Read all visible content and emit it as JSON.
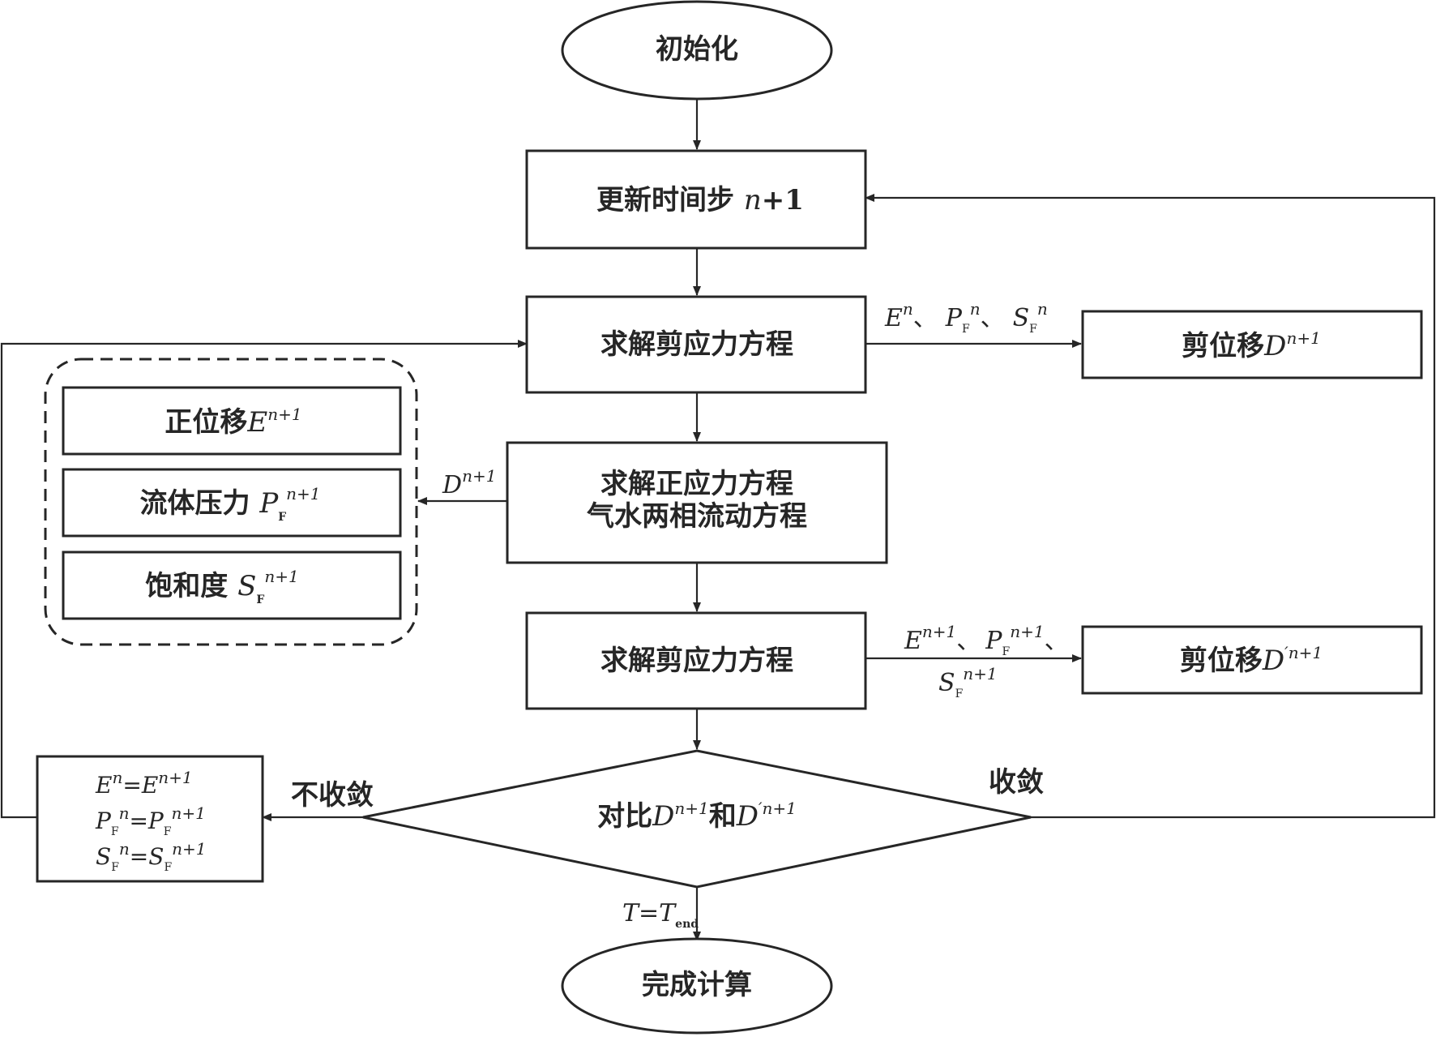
{
  "nodes": {
    "start": "初始化",
    "update_step": {
      "text": "更新时间步 ",
      "var": "n",
      "rest": "+1"
    },
    "shear1": "求解剪应力方程",
    "shear_out1": {
      "text": "剪位移",
      "var": "D",
      "sup": "n+1"
    },
    "normal": {
      "line1": "求解正应力方程",
      "line2": "气水两相流动方程"
    },
    "group": {
      "disp": {
        "text": "正位移",
        "var": "E",
        "sup": "n+1"
      },
      "pressure": {
        "text": "流体压力 ",
        "var": "P",
        "sub": "F",
        "sup": "n+1"
      },
      "saturation": {
        "text": "饱和度 ",
        "var": "S",
        "sub": "F",
        "sup": "n+1"
      }
    },
    "shear2": "求解剪应力方程",
    "shear_out2": {
      "text": "剪位移",
      "var": "D",
      "prime": "′",
      "sup": "n+1"
    },
    "compare": {
      "text1": "对比",
      "var1": "D",
      "sup1": "n+1",
      "text2": "和",
      "var2": "D",
      "prime": "′",
      "sup2": "n+1"
    },
    "update_box": {
      "l1": {
        "a": "E",
        "asup": "n",
        "eq": "=",
        "b": "E",
        "bsup": "n+1"
      },
      "l2": {
        "a": "P",
        "asub": "F",
        "asup": "n",
        "eq": "=",
        "b": "P",
        "bsub": "F",
        "bsup": "n+1"
      },
      "l3": {
        "a": "S",
        "asub": "F",
        "asup": "n",
        "eq": "=",
        "b": "S",
        "bsub": "F",
        "bsup": "n+1"
      }
    },
    "end": "完成计算"
  },
  "edges": {
    "shear1_out": {
      "e": "E",
      "esup": "n",
      "sep": "、",
      "p": "P",
      "psub": "F",
      "psup": "n",
      "s": "S",
      "ssub": "F",
      "ssup": "n"
    },
    "normal_out": {
      "var": "D",
      "sup": "n+1"
    },
    "shear2_out": {
      "e": "E",
      "esup": "n+1",
      "sep": "、",
      "p": "P",
      "psub": "F",
      "psup": "n+1",
      "s": "S",
      "ssub": "F",
      "ssup": "n+1"
    },
    "not_converged": "不收敛",
    "converged": "收敛",
    "finish": {
      "t": "T",
      "eq": "=",
      "t2": "T",
      "sub": "end"
    }
  }
}
